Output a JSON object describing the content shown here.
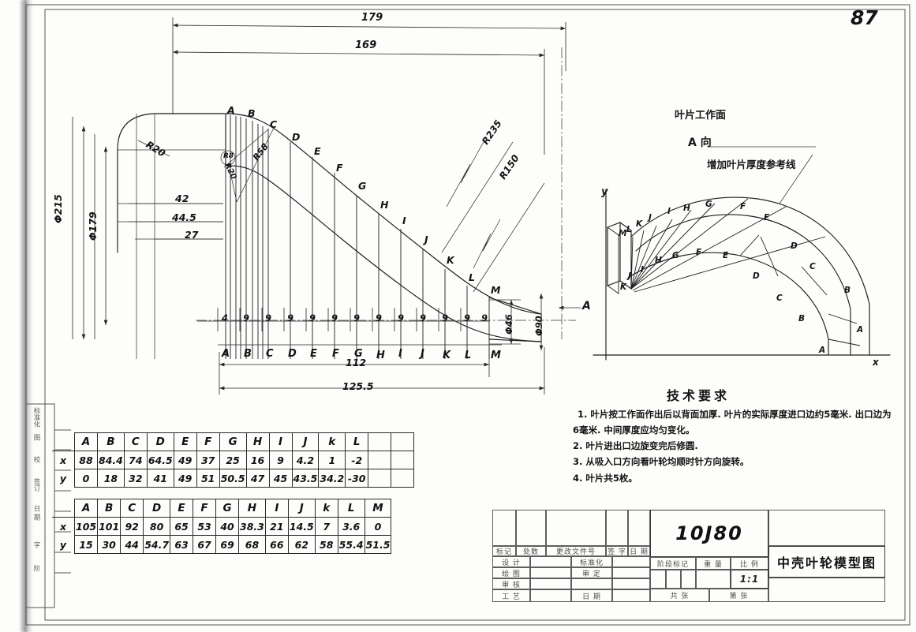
{
  "sheet": {
    "page_number": "87",
    "drawing_number": "10J80",
    "drawing_title": "中壳叶轮模型图",
    "scale": "1:1"
  },
  "main_view": {
    "top_dims": [
      "179",
      "169"
    ],
    "left_dims": [
      "Φ215",
      "Φ179"
    ],
    "offset_dims": [
      "42",
      "44.5",
      "27"
    ],
    "radii": [
      "R20",
      "R8",
      "R20",
      "R58",
      "R235",
      "R150"
    ],
    "station_labels_top": [
      "A",
      "B",
      "C",
      "D",
      "E",
      "F",
      "G",
      "H",
      "I",
      "J",
      "K",
      "L",
      "M"
    ],
    "station_labels_bottom": [
      "A",
      "B",
      "C",
      "D",
      "E",
      "F",
      "G",
      "H",
      "I",
      "J",
      "K",
      "L",
      "M"
    ],
    "spacing_values": [
      "4",
      "9",
      "9",
      "9",
      "9",
      "9",
      "9",
      "9",
      "9",
      "9",
      "9",
      "9",
      "9"
    ],
    "bottom_dims": [
      "112",
      "125.5"
    ],
    "right_dims": [
      "Φ46",
      "Φ90"
    ],
    "section_arrow": "A"
  },
  "view_a": {
    "note_surface": "叶片工作面",
    "note_view": "A 向",
    "note_thickness": "增加叶片厚度参考线",
    "axis_y": "y",
    "axis_x": "x",
    "outer_points": [
      "M",
      "L",
      "K",
      "J",
      "I",
      "H",
      "G",
      "F",
      "E",
      "D",
      "C",
      "B",
      "A"
    ],
    "inner_points": [
      "K",
      "J",
      "I",
      "H",
      "G",
      "F",
      "E",
      "D",
      "C",
      "B",
      "A"
    ]
  },
  "requirements": {
    "heading": "技术要求",
    "items": [
      "1. 叶片按工作面作出后以背面加厚. 叶片的实际厚度进口边约5毫米. 出口边为6毫米. 中间厚度应均匀变化。",
      "2. 叶片进出口边旋变完后修圆.",
      "3. 从吸入口方向看叶轮均顺时针方向旋转。",
      "4. 叶片共5枚。"
    ]
  },
  "table1": {
    "columns": [
      "A",
      "B",
      "C",
      "D",
      "E",
      "F",
      "G",
      "H",
      "I",
      "J",
      "k",
      "L"
    ],
    "rows": [
      {
        "label": "x",
        "values": [
          "88",
          "84.4",
          "74",
          "64.5",
          "49",
          "37",
          "25",
          "16",
          "9",
          "4.2",
          "1",
          "-2"
        ]
      },
      {
        "label": "y",
        "values": [
          "0",
          "18",
          "32",
          "41",
          "49",
          "51",
          "50.5",
          "47",
          "45",
          "43.5",
          "34.2",
          "-30"
        ]
      }
    ]
  },
  "table2": {
    "columns": [
      "A",
      "B",
      "C",
      "D",
      "E",
      "F",
      "G",
      "H",
      "I",
      "J",
      "k",
      "L",
      "M"
    ],
    "rows": [
      {
        "label": "x",
        "values": [
          "105",
          "101",
          "92",
          "80",
          "65",
          "53",
          "40",
          "38.3",
          "21",
          "14.5",
          "7",
          "3.6",
          "0"
        ]
      },
      {
        "label": "y",
        "values": [
          "15",
          "30",
          "44",
          "54.7",
          "63",
          "67",
          "69",
          "68",
          "66",
          "62",
          "58",
          "55.4",
          "51.5"
        ]
      }
    ]
  },
  "title_block": {
    "rev_header": [
      "标记",
      "处数",
      "更改文件号",
      "签 字",
      "日 期"
    ],
    "left_rows": [
      "设 计",
      "绘 图",
      "审 核",
      "工 艺"
    ],
    "mid_rows": [
      "标准化",
      "审 定",
      "日 期"
    ],
    "stage_header": [
      "阶段标记",
      "重 量",
      "比 例"
    ],
    "sheet_footer": [
      "共  张",
      "第  张"
    ]
  },
  "side_margin": {
    "labels": [
      "标准化",
      "图",
      "校",
      "签订",
      "日 期",
      "字",
      "阶"
    ]
  }
}
